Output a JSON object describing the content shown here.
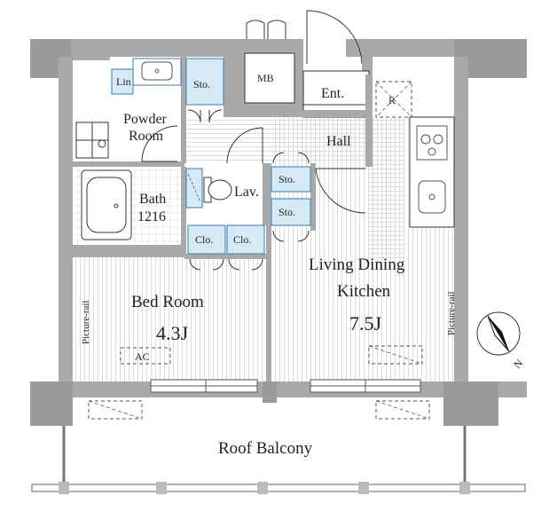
{
  "rooms": {
    "linen": "Lin",
    "storage_top": "Sto.",
    "meter_box": "MB",
    "entrance": "Ent.",
    "refrigerator": "R",
    "powder_room_line1": "Powder",
    "powder_room_line2": "Room",
    "hall": "Hall",
    "bath": "Bath",
    "bath_size": "1216",
    "lavatory": "Lav.",
    "storage_mid1": "Sto.",
    "storage_mid2": "Sto.",
    "closet1": "Clo.",
    "closet2": "Clo.",
    "bedroom": "Bed Room",
    "bedroom_size": "4.3J",
    "air_conditioner": "AC",
    "picture_rail_left": "Picture-rail",
    "ldk_line1": "Living Dining",
    "ldk_line2": "Kitchen",
    "ldk_size": "7.5J",
    "picture_rail_right": "Picture-rail",
    "compass_north": "N",
    "roof_balcony": "Roof Balcony"
  },
  "colors": {
    "wall": "#a9a9a9",
    "wall_dark": "#8c8c8c",
    "storage_fill": "#d6eaf6",
    "storage_border": "#2f7fb0",
    "floor_line": "#cfcfcf",
    "window_blue": "#2f7fb0"
  }
}
